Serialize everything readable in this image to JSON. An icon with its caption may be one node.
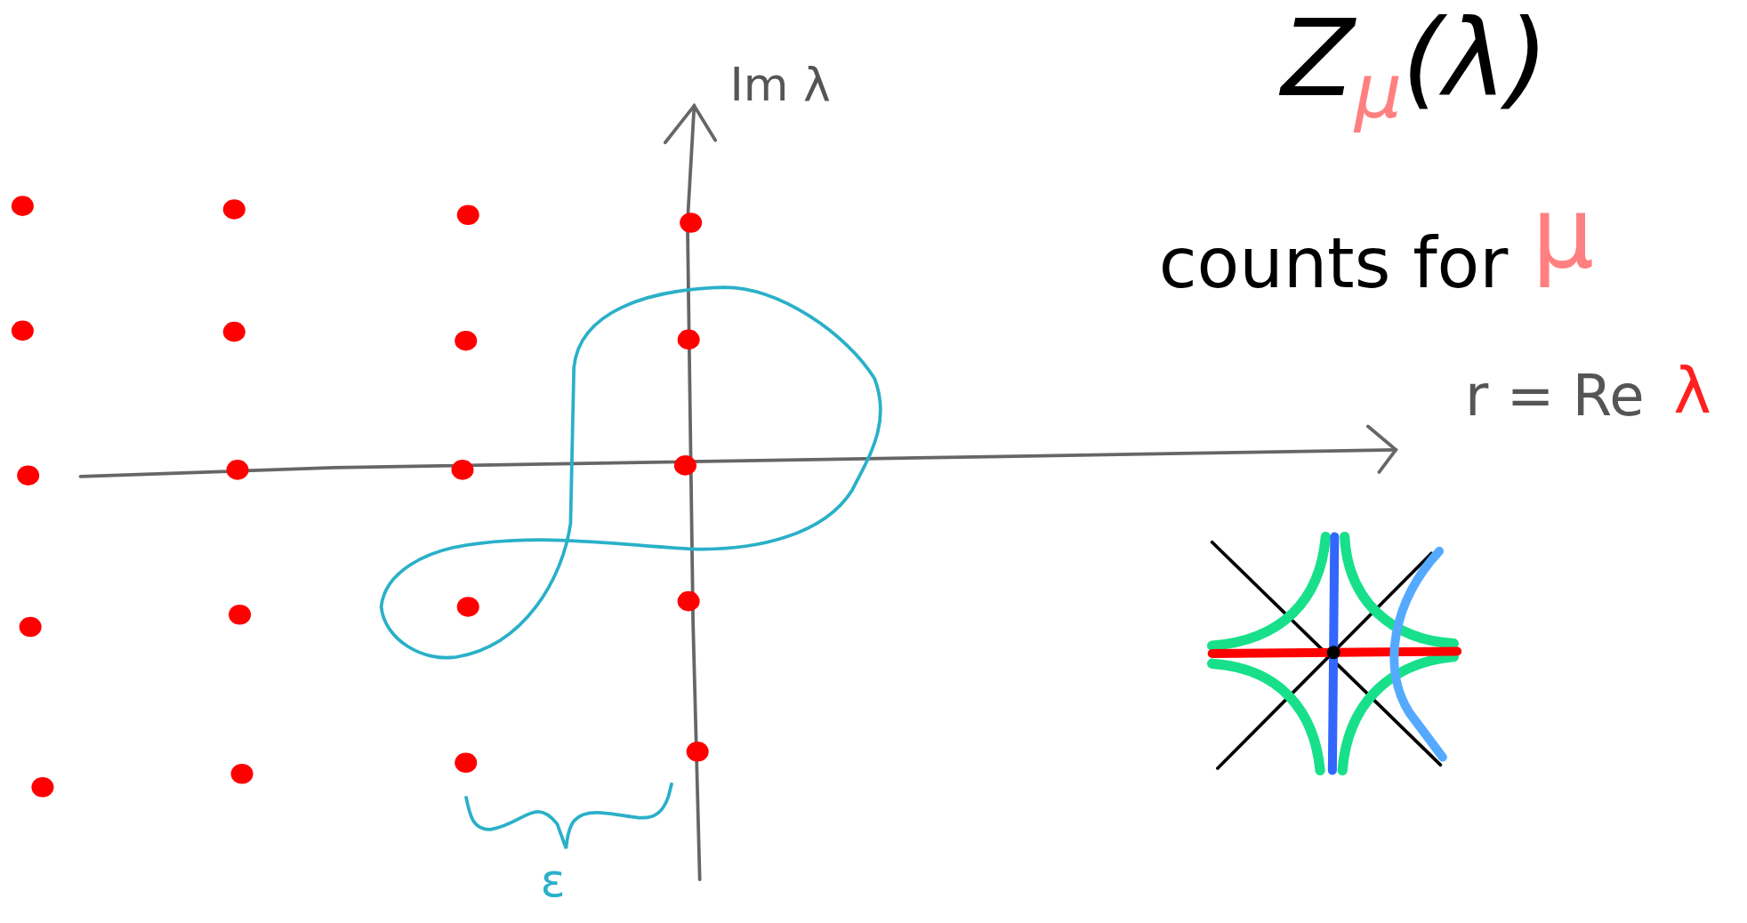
{
  "diagram": {
    "labels": [
      "Im λ",
      "Z$_{μ}$(λ)",
      "counts for",
      "μ",
      "r = Re",
      "λ",
      "ε"
    ]
  }
}
